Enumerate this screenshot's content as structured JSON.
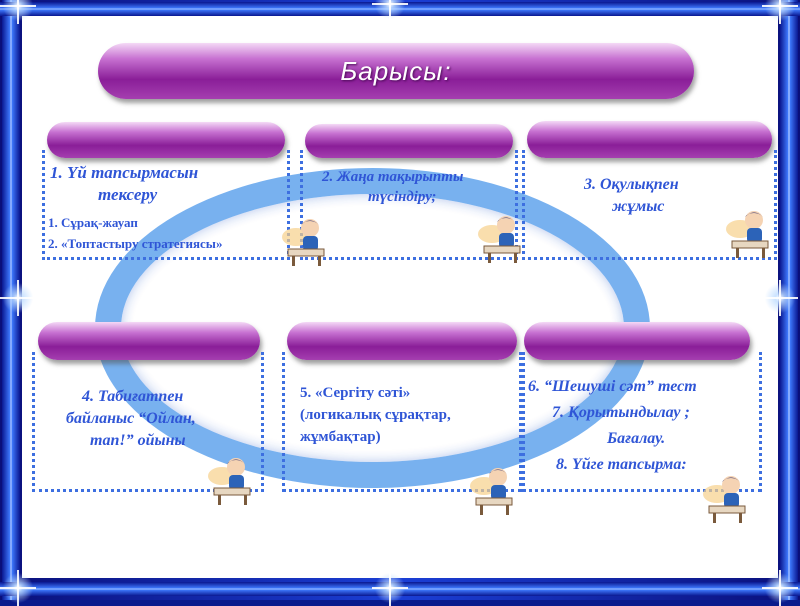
{
  "header": {
    "title": "Барысы:"
  },
  "steps": {
    "s1": {
      "line1": "1. Үй тапсырмасын",
      "line2": "тексеру",
      "sub1": "1. Сұрақ-жауап",
      "sub2": "2. «Топтастыру стратегиясы»"
    },
    "s2": {
      "line1": "2. Жаңа тақырыпты",
      "line2": "түсіндіру;"
    },
    "s3": {
      "line1": "3. Оқулықпен",
      "line2": "жұмыс"
    },
    "s4": {
      "line1": "4. Табиғатпен",
      "line2": "байланыс “Ойлан,",
      "line3": "тап!” ойыны"
    },
    "s5": {
      "line1": "5. «Сергіту сәті»",
      "line2": "(логикалық сұрақтар,",
      "line3": "жұмбақтар)"
    },
    "s6": {
      "line1": "6. “Шешуші сәт” тест",
      "line2": "7. Қорытындылау ;",
      "line3": "Бағалау.",
      "line4": "8. Үйге тапсырма:"
    }
  },
  "colors": {
    "text": "#2f55d6",
    "pill": "#8a1e98",
    "frame": "#1b3fd6",
    "ring": "#6aa9ee"
  }
}
